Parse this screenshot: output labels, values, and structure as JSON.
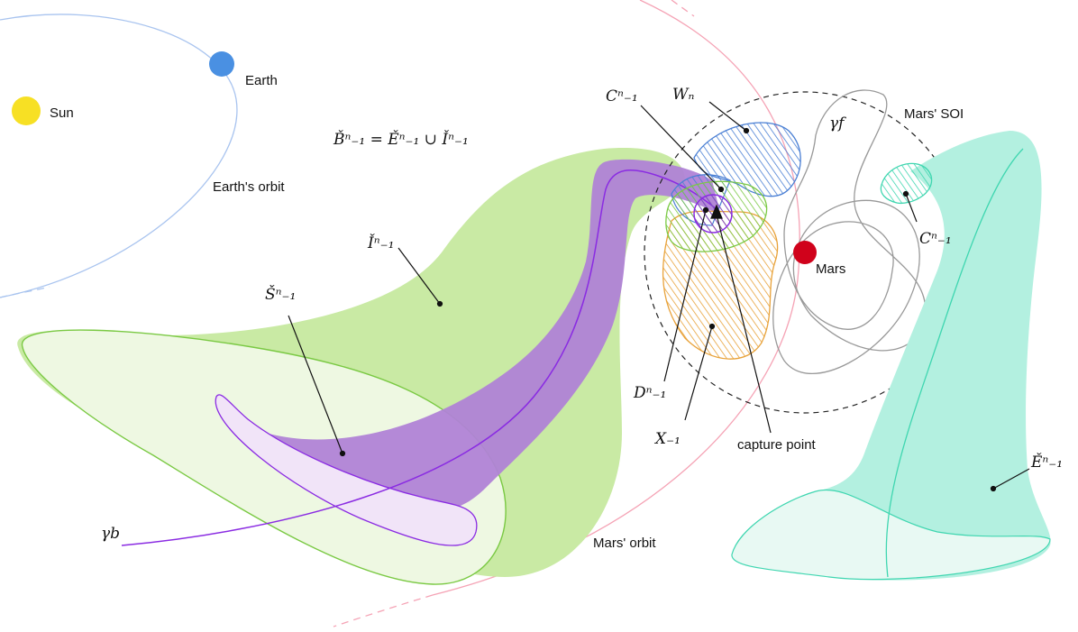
{
  "bodies": {
    "sun": {
      "label": "Sun",
      "color": "#f7e024"
    },
    "earth": {
      "label": "Earth",
      "color": "#4a90e2"
    },
    "mars": {
      "label": "Mars",
      "color": "#d0021b"
    }
  },
  "orbits": {
    "earth_orbit_label": "Earth's orbit",
    "mars_orbit_label": "Mars' orbit",
    "mars_soi_label": "Mars' SOI"
  },
  "labels": {
    "capture_point": "capture point",
    "equation": "B̌ⁿ₋₁ = Ěⁿ₋₁ ∪ Ǐⁿ₋₁",
    "gamma_b": "γb",
    "gamma_f": "γf",
    "I": "Ǐⁿ₋₁",
    "S": "Šⁿ₋₁",
    "C_top": "Cⁿ₋₁",
    "C_right": "Cⁿ₋₁",
    "W": "Wₙ",
    "D": "Dⁿ₋₁",
    "X": "X₋₁",
    "E": "Ěⁿ₋₁"
  },
  "colors": {
    "green_fill": "#c9eaa4",
    "green_light": "#eef8e2",
    "green_line": "#7ac943",
    "purple_fill": "#b083d6",
    "purple_light": "#f1e4f8",
    "purple_line": "#8a2be2",
    "teal_fill": "#b3f0e0",
    "teal_line": "#3fd6b0",
    "blue_hatch": "#4a7fd4",
    "orange_hatch": "#e8a23a",
    "mars_orbit": "#f5a3b5",
    "earth_orbit": "#a9c4ef"
  }
}
